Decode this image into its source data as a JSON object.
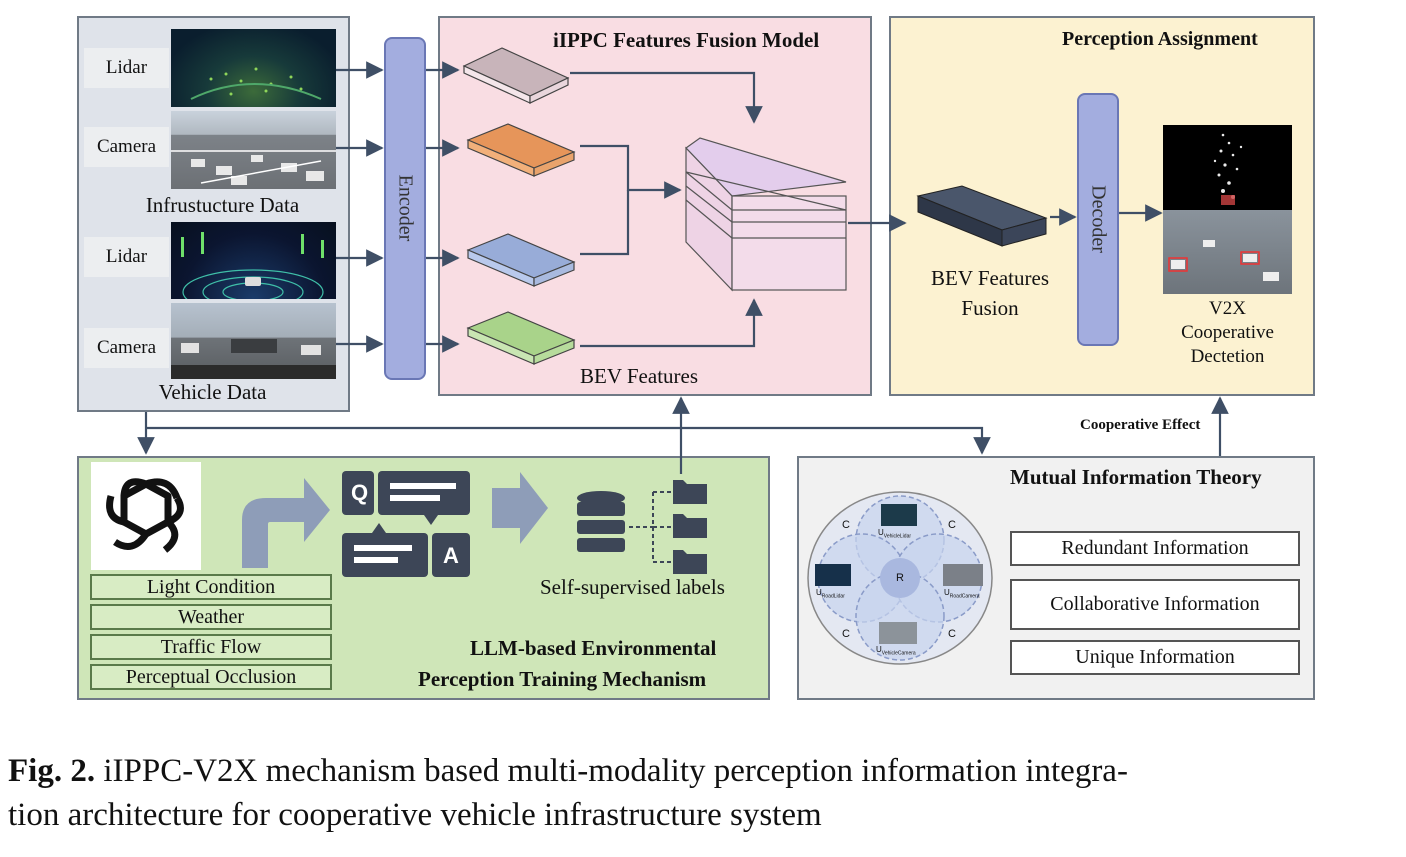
{
  "inputs": {
    "infra_lidar_label": "Lidar",
    "infra_camera_label": "Camera",
    "infra_caption": "Infrustucture Data",
    "veh_lidar_label": "Lidar",
    "veh_camera_label": "Camera",
    "veh_caption": "Vehicle Data"
  },
  "encoder_label": "Encoder",
  "fusion": {
    "title": "iIPPC Features Fusion Model",
    "bev_label": "BEV Features"
  },
  "perception": {
    "title": "Perception Assignment",
    "bev_fusion_label_1": "BEV Features",
    "bev_fusion_label_2": "Fusion",
    "decoder_label": "Decoder",
    "v2x_label_1": "V2X",
    "v2x_label_2": "Cooperative",
    "v2x_label_3": "Dectetion"
  },
  "cooperative_effect": "Cooperative Effect",
  "env": {
    "items": [
      "Light Condition",
      "Weather",
      "Traffic Flow",
      "Perceptual Occlusion"
    ],
    "q_letter": "Q",
    "a_letter": "A",
    "labels_caption": "Self-supervised labels",
    "title_1": "LLM-based Environmental",
    "title_2": "Perception Training Mechanism"
  },
  "mutual": {
    "title": "Mutual Information Theory",
    "items": [
      "Redundant Information",
      "Collaborative Information",
      "Unique Information"
    ],
    "venn_center": "R",
    "venn_c": "C",
    "u_vehicle_lidar": "U",
    "u_vehicle_lidar_sub": "VehicleLidar",
    "u_road_lidar": "U",
    "u_road_lidar_sub": "RoadLidar",
    "u_road_camera": "U",
    "u_road_camera_sub": "RoadCamera",
    "u_vehicle_camera": "U",
    "u_vehicle_camera_sub": "VehicleCamera"
  },
  "caption": {
    "prefix": "Fig. 2.",
    "line1": "iIPPC-V2X mechanism based multi-modality perception information integra-",
    "line2": "tion architecture for cooperative vehicle infrastructure system"
  },
  "colors": {
    "input_panel": "#dfe3ea",
    "encoder": "#a3addf",
    "fusion_panel": "#f9dde3",
    "perception_panel": "#fcf2d1",
    "env_panel": "#cfe6b8",
    "mutual_panel": "#f1f1f1",
    "feat_pink": "#f4e6ea",
    "feat_orange": "#f2b07a",
    "feat_blue": "#b9c9ec",
    "feat_green": "#c9e6b3"
  }
}
